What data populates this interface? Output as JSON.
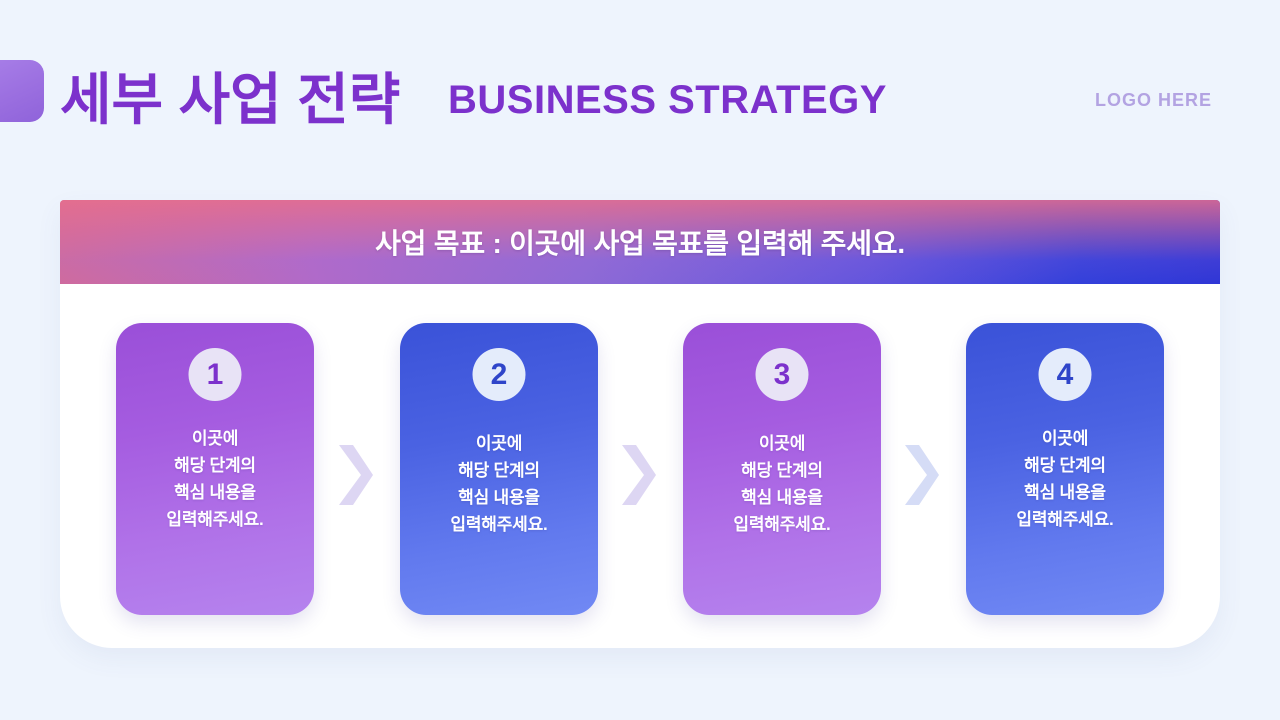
{
  "header": {
    "title_ko": "세부 사업 전략",
    "title_en": "BUSINESS STRATEGY",
    "logo_text": "LOGO HERE",
    "title_color": "#7c31cc",
    "logo_color": "#b3a3e2",
    "accent_color": "#9b6fe0"
  },
  "banner": {
    "text": "사업 목표 : 이곳에 사업 목표를 입력해 주세요.",
    "gradient_from": "#cf6b9e",
    "gradient_to": "#2f36d6",
    "text_color": "#ffffff"
  },
  "steps": [
    {
      "number": "1",
      "body": "이곳에\n해당 단계의\n핵심 내용을\n입력해주세요.",
      "theme": "purple",
      "color_from": "#9a4fd8",
      "color_to": "#b583ee",
      "circle_bg": "#e8e3f6",
      "circle_fg": "#7c31cc"
    },
    {
      "number": "2",
      "body": "이곳에\n해당 단계의\n핵심 내용을\n입력해주세요.",
      "theme": "blue",
      "color_from": "#3a52d8",
      "color_to": "#7189f4",
      "circle_bg": "#e4ecfb",
      "circle_fg": "#2f45c9"
    },
    {
      "number": "3",
      "body": "이곳에\n해당 단계의\n핵심 내용을\n입력해주세요.",
      "theme": "purple",
      "color_from": "#9a4fd8",
      "color_to": "#b583ee",
      "circle_bg": "#e8e3f6",
      "circle_fg": "#7c31cc"
    },
    {
      "number": "4",
      "body": "이곳에\n해당 단계의\n핵심 내용을\n입력해주세요.",
      "theme": "blue",
      "color_from": "#3a52d8",
      "color_to": "#7189f4",
      "circle_bg": "#e4ecfb",
      "circle_fg": "#2f45c9"
    }
  ],
  "connectors": [
    {
      "color": "#ddd6f3"
    },
    {
      "color": "#ddd6f3"
    },
    {
      "color": "#d5dcf6"
    }
  ],
  "background_color": "#eef4fd",
  "panel_color": "#ffffff"
}
